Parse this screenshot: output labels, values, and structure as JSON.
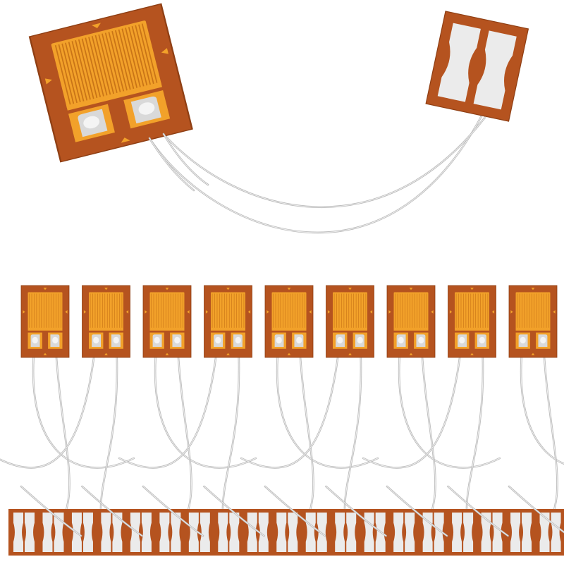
{
  "scene": {
    "subject": "strain-gauge-product-photo",
    "background_color": "#ffffff",
    "colors": {
      "substrate": "#b5531f",
      "substrate_edge": "#8f3f14",
      "grid_gold": "#f2a12a",
      "grid_line": "#c97416",
      "solder_pad": "#d9d9d9",
      "solder_highlight": "#f4f4f4",
      "terminal_white": "#ebebeb",
      "lead_wire": "#c9c9c9",
      "marker": "#f2a12a"
    },
    "large_gauge_count": 1,
    "large_terminal_count": 1,
    "small_gauge_count": 9,
    "terminal_strip_segments": 19
  }
}
